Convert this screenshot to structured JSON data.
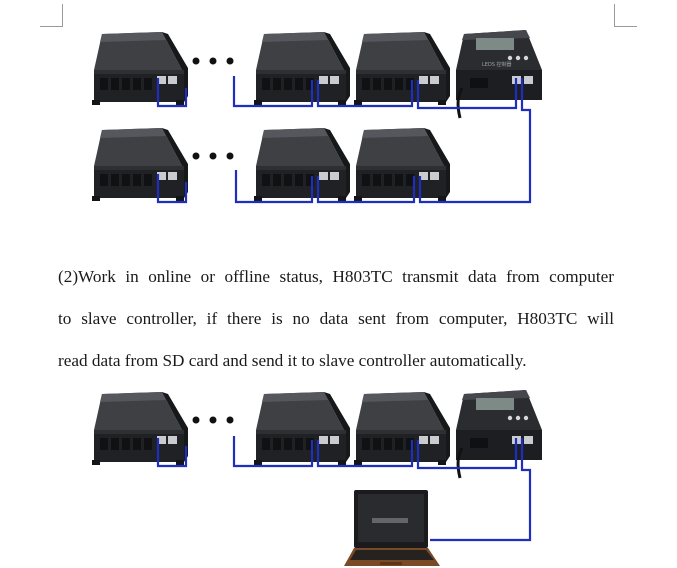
{
  "paragraph": {
    "lines": [
      "(2)Work in online or offline status, H803TC transmit data from computer",
      "to slave controller, if there is no data sent from computer, H803TC will",
      "read data from SD card and send it to slave controller automatically."
    ]
  },
  "master_controller": {
    "panel_text": "LEDS 控制器"
  },
  "colors": {
    "cable": "#1e2fbf",
    "device_body": "#2a2c30",
    "device_top": "#4a4c50",
    "page_background": "#ffffff"
  },
  "icons": [
    "slave-controller-icon",
    "master-controller-icon",
    "laptop-icon",
    "ellipsis-icon",
    "network-cable"
  ]
}
